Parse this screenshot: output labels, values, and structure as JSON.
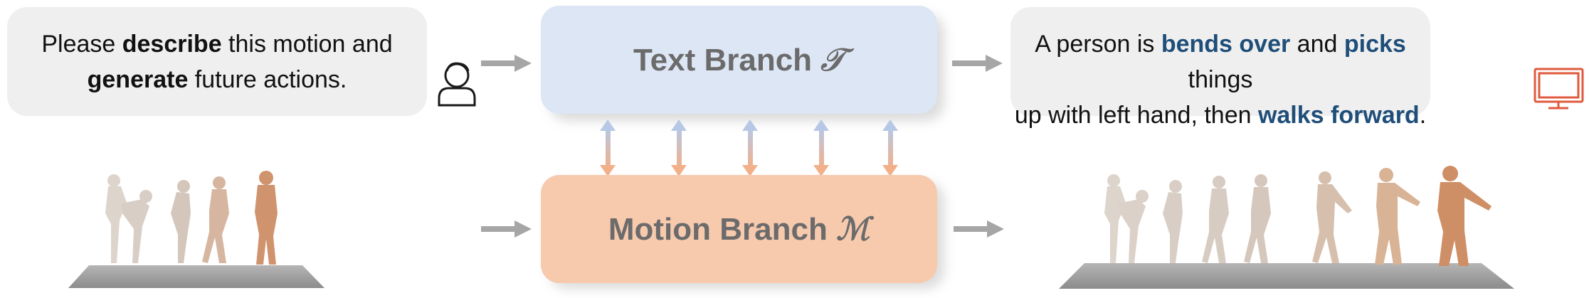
{
  "input_prompt": {
    "part1": "Please ",
    "bold1": "describe",
    "part2": " this motion and",
    "bold2": "generate",
    "part3": " future actions."
  },
  "output_text": {
    "p1": "A person is ",
    "h1": "bends over",
    "p2": " and ",
    "h2": "picks",
    "p3": " things",
    "p4": "up with left hand, then ",
    "h3": "walks forward",
    "p5": "."
  },
  "text_branch": {
    "label": "Text Branch ",
    "symbol": "𝒯"
  },
  "motion_branch": {
    "label": "Motion Branch ",
    "symbol": "ℳ"
  },
  "icons": {
    "user": "person-icon",
    "computer": "monitor-icon"
  },
  "colors": {
    "text_branch_fill": "#dde6f4",
    "motion_branch_fill": "#f7c9ad",
    "arrow_gray": "#a6a6a6",
    "highlight": "#1f4e79",
    "monitor": "#e05a3e",
    "figure_light": "#d9cfc7",
    "figure_dark": "#c98f68",
    "floor": "#9d9d9d"
  }
}
